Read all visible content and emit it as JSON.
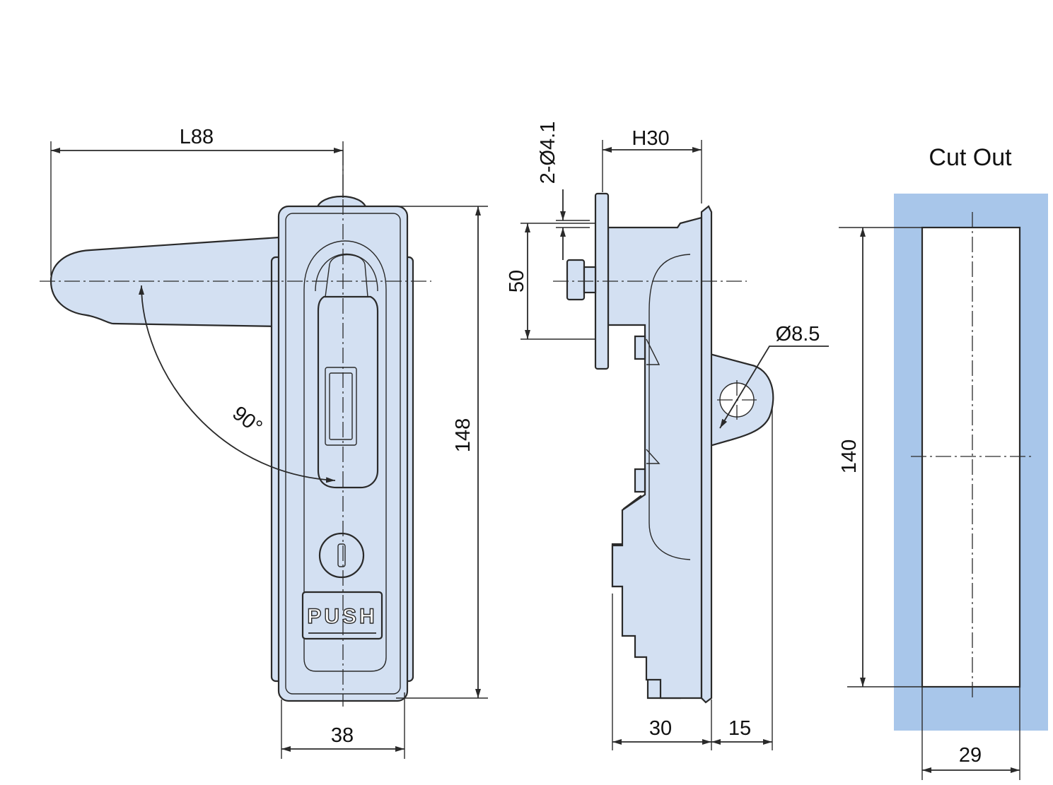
{
  "colors": {
    "part_fill": "#d3e0f2",
    "cutout_fill": "#a8c6ea",
    "line": "#2a2a2a",
    "background": "#ffffff"
  },
  "front_view": {
    "length_label": "L88",
    "height_label": "148",
    "width_label": "38",
    "angle_label": "90°",
    "button_text": "PUSH"
  },
  "side_view": {
    "holes_label": "2-Ø4.1",
    "depth_label": "H30",
    "spacing_label": "50",
    "hole_diameter_label": "Ø8.5",
    "base_depth_label": "30",
    "flange_label": "15"
  },
  "cutout_view": {
    "title": "Cut Out",
    "height_label": "140",
    "width_label": "29"
  }
}
